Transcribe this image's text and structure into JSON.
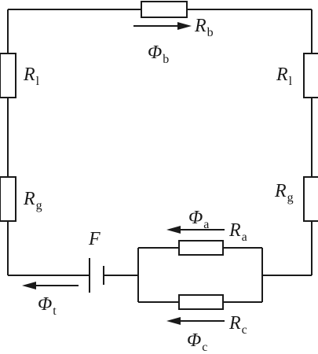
{
  "labels": {
    "R_b": {
      "main": "R",
      "sub": "b"
    },
    "Phi_b": {
      "main": "Φ",
      "sub": "b"
    },
    "R_l_left": {
      "main": "R",
      "sub": "l"
    },
    "R_l_right": {
      "main": "R",
      "sub": "l"
    },
    "R_g_left": {
      "main": "R",
      "sub": "g"
    },
    "R_g_right": {
      "main": "R",
      "sub": "g"
    },
    "F": {
      "main": "F"
    },
    "Phi_a": {
      "main": "Φ",
      "sub": "a"
    },
    "R_a": {
      "main": "R",
      "sub": "a"
    },
    "Phi_t": {
      "main": "Φ",
      "sub": "t"
    },
    "Phi_c": {
      "main": "Φ",
      "sub": "c"
    },
    "R_c": {
      "main": "R",
      "sub": "c"
    }
  }
}
